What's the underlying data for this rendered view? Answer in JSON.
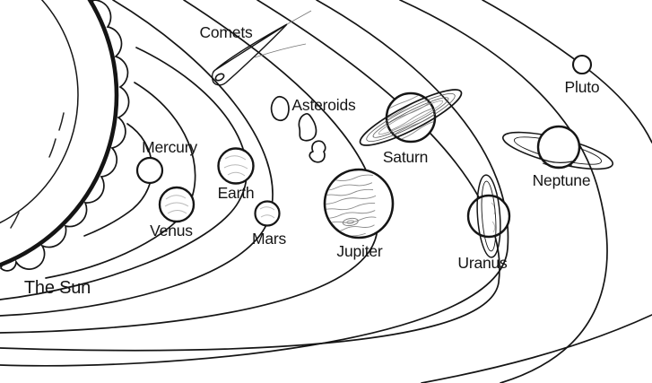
{
  "diagram": {
    "title": "Solar System line-art diagram",
    "style": "black outline coloring-page drawing on white",
    "background_color": "#ffffff",
    "line_color": "#151515",
    "shade_color": "#b9b9b9"
  },
  "labels": {
    "sun": "The Sun",
    "mercury": "Mercury",
    "venus": "Venus",
    "earth": "Earth",
    "mars": "Mars",
    "jupiter": "Jupiter",
    "saturn": "Saturn",
    "uranus": "Uranus",
    "neptune": "Neptune",
    "pluto": "Pluto",
    "comets": "Comets",
    "asteroids": "Asteroids"
  },
  "objects": [
    {
      "name": "The Sun",
      "type": "star",
      "position": "left edge, partially visible, flame-scalloped edge"
    },
    {
      "name": "Mercury",
      "type": "planet",
      "orbit_index": 1
    },
    {
      "name": "Venus",
      "type": "planet",
      "orbit_index": 2
    },
    {
      "name": "Earth",
      "type": "planet",
      "orbit_index": 3
    },
    {
      "name": "Mars",
      "type": "planet",
      "orbit_index": 4
    },
    {
      "name": "Jupiter",
      "type": "planet",
      "orbit_index": 5,
      "detail": "banded stripes and great spot"
    },
    {
      "name": "Saturn",
      "type": "planet",
      "orbit_index": 6,
      "detail": "tilted rings"
    },
    {
      "name": "Uranus",
      "type": "planet",
      "orbit_index": 7,
      "detail": "vertical rings"
    },
    {
      "name": "Neptune",
      "type": "planet",
      "orbit_index": 8,
      "detail": "tilted rings"
    },
    {
      "name": "Pluto",
      "type": "planet",
      "orbit_index": 9
    },
    {
      "name": "Comets",
      "type": "annotation",
      "detail": "comet with long teardrop tail"
    },
    {
      "name": "Asteroids",
      "type": "annotation",
      "detail": "three irregular asteroid rocks"
    }
  ]
}
